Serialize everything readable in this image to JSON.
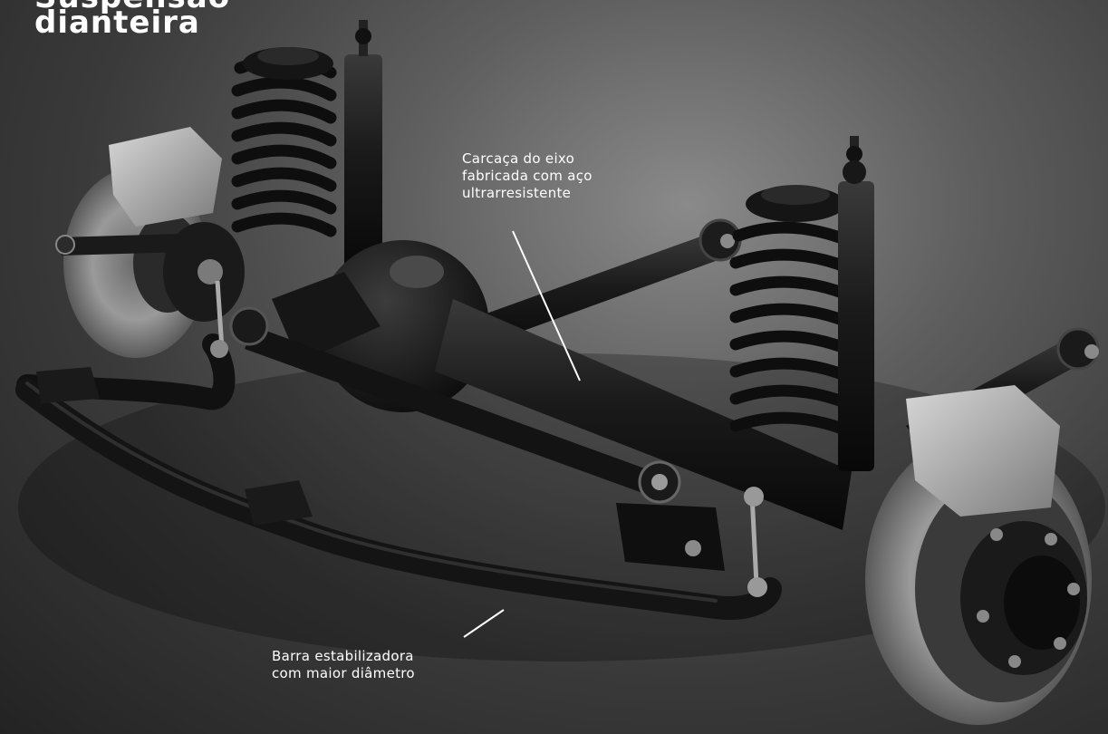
{
  "title": {
    "line_cut": "Suspensão",
    "line_main": "dianteira"
  },
  "callouts": {
    "axle_housing": {
      "lines": [
        "Carcaça do eixo",
        "fabricada com aço",
        "ultrarresistente"
      ]
    },
    "stabilizer_bar": {
      "lines": [
        "Barra estabilizadora",
        "com maior diâmetro"
      ]
    }
  },
  "colors": {
    "text": "#ffffff",
    "leader_line": "#ffffff",
    "background_light": "#8a8a8a",
    "background_dark": "#232323",
    "part_black": "#151515",
    "part_metal": "#9a9a9a"
  }
}
